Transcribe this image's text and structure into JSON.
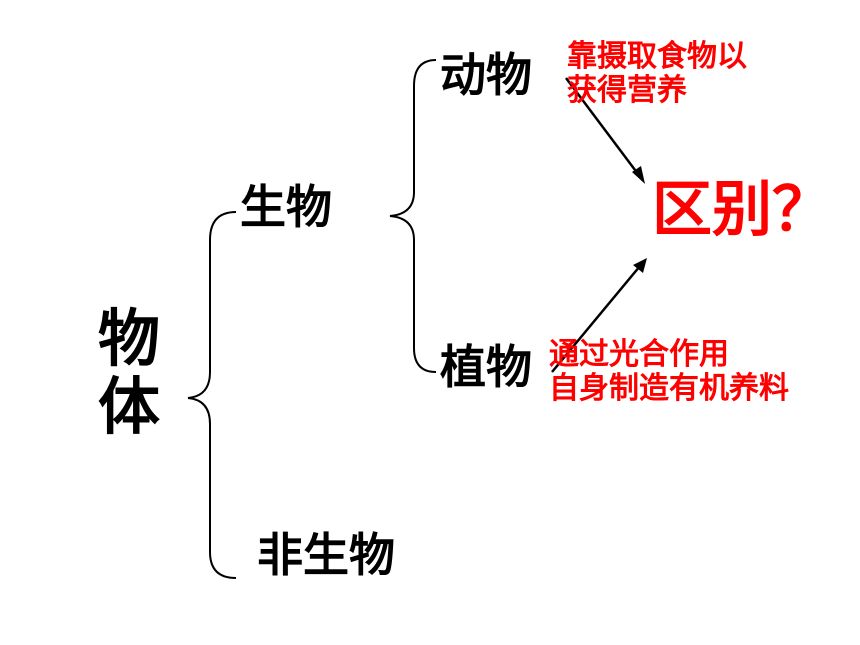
{
  "root": {
    "label": "物体"
  },
  "level1": [
    {
      "label": "生物"
    },
    {
      "label": "非生物"
    }
  ],
  "level2": [
    {
      "label": "动物"
    },
    {
      "label": "植物"
    }
  ],
  "notes": {
    "animal": {
      "line1": "靠摄取食物以",
      "line2": "获得营养"
    },
    "plant": {
      "line1": "通过光合作用",
      "line2": "自身制造有机养料"
    }
  },
  "question": {
    "label": "区别？"
  },
  "colors": {
    "text": "#000000",
    "accent": "#ff0000",
    "lines": "#000000"
  }
}
